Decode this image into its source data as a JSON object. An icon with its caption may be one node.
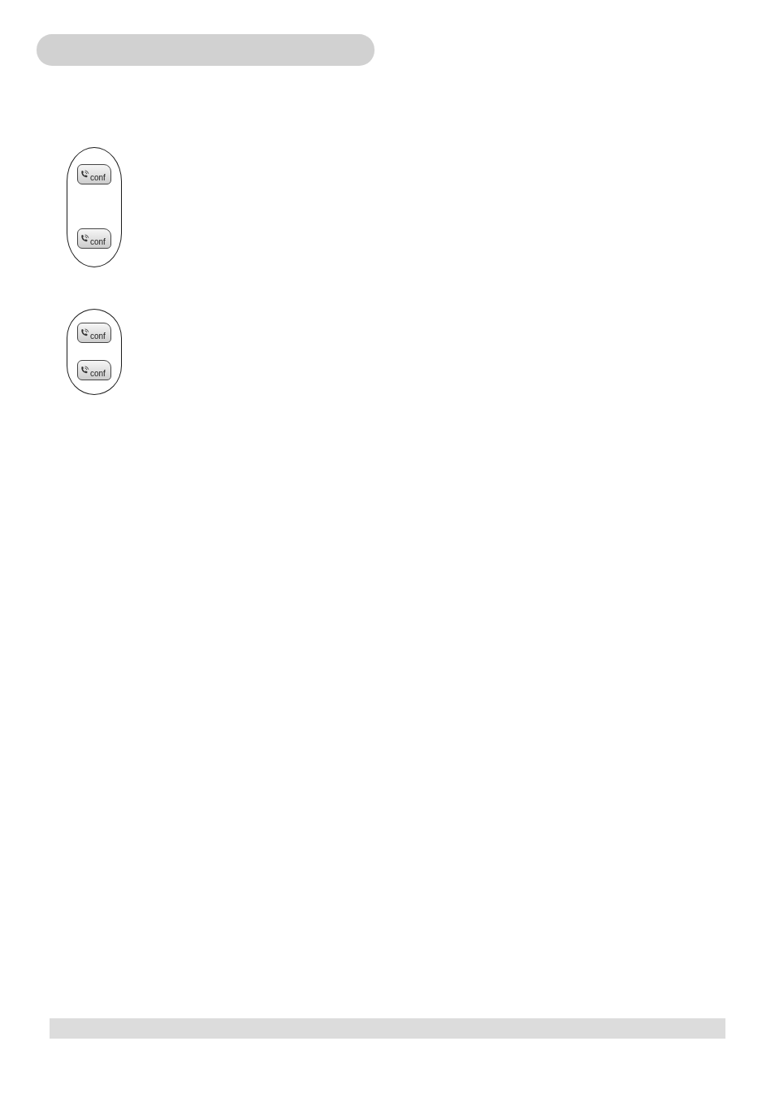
{
  "diagram": {
    "nodes": [
      {
        "text": [],
        "shape": "oval"
      },
      {
        "text": [
          "conf"
        ],
        "in": 0
      },
      {
        "text": [
          "conf"
        ],
        "in": 0
      },
      {
        "text": [],
        "shape": "oval"
      },
      {
        "text": [
          "conf"
        ],
        "in": 3
      },
      {
        "text": [
          "conf"
        ],
        "in": 3
      }
    ]
  }
}
